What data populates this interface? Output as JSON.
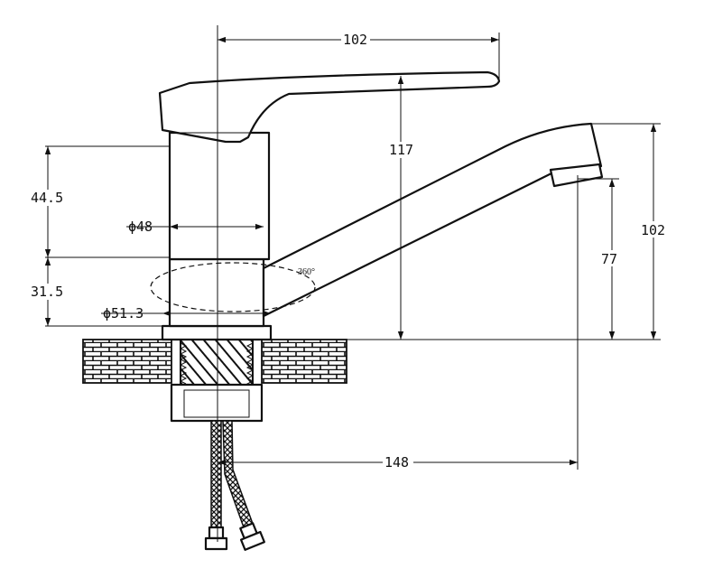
{
  "dimensions": {
    "handle_reach": "102",
    "total_height": "117",
    "spout_height": "102",
    "outlet_height": "77",
    "body_height": "44.5",
    "base_height": "31.5",
    "body_diameter": "ϕ48",
    "base_diameter": "ϕ51.3",
    "spout_reach": "148",
    "swivel_angle": "360°"
  }
}
